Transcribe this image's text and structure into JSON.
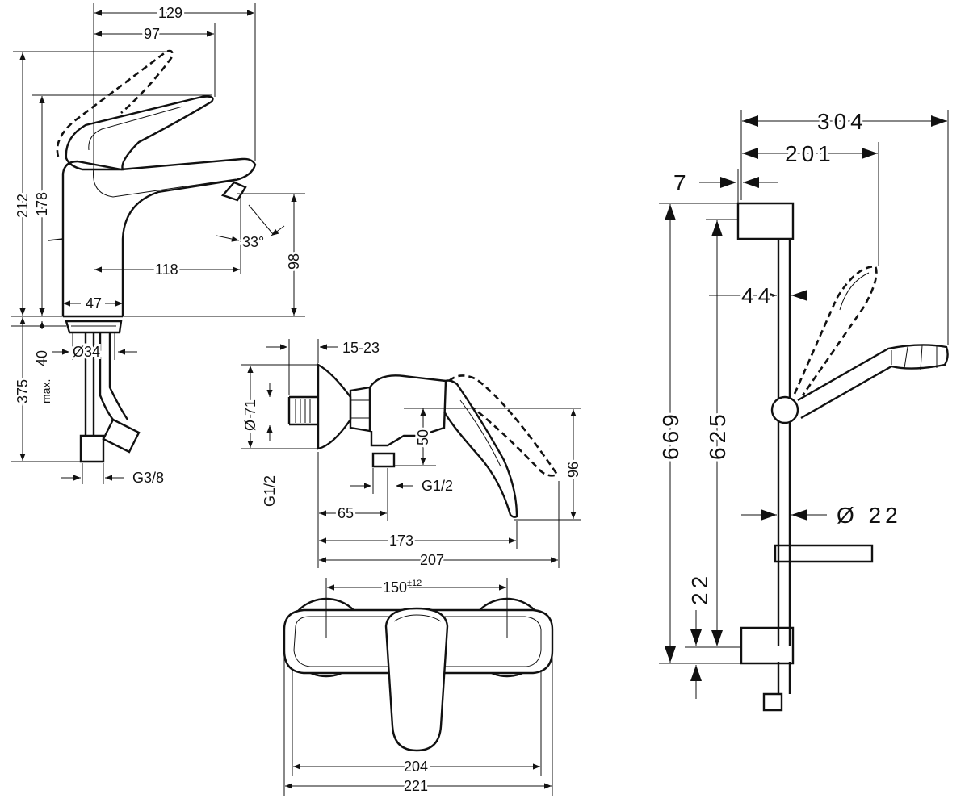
{
  "basin_mixer": {
    "dims": {
      "d129": "129",
      "d97": "97",
      "d212": "212",
      "d178": "178",
      "d118": "118",
      "d98": "98",
      "d33": "33°",
      "d47": "47",
      "d40": "40",
      "max": "max.",
      "d34": "Ø34",
      "d375": "375",
      "g38": "G3/8"
    }
  },
  "shower_mixer": {
    "dims": {
      "d15_23": "15-23",
      "d71": "Ø 71",
      "g12a": "G1/2",
      "d50": "50",
      "d96": "96",
      "g12b": "G1/2",
      "d65": "65",
      "d173": "173",
      "d207": "207"
    }
  },
  "shower_mixer_front": {
    "dims": {
      "d150": "150",
      "tol": "±12",
      "d204": "204",
      "d221": "221"
    }
  },
  "shower_set": {
    "dims": {
      "d304": "304",
      "d201": "201",
      "d7": "7",
      "d44": "44",
      "d669": "669",
      "d625": "625",
      "d22dia": "Ø 22",
      "d22": "22"
    }
  }
}
